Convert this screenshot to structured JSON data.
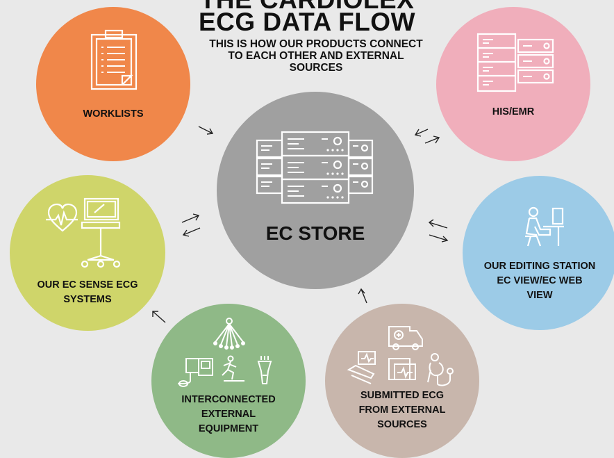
{
  "title_line1": "THE CARDIOLEX",
  "title_line2": "ECG DATA FLOW",
  "subtitle": "THIS IS HOW OUR PRODUCTS CONNECT TO EACH OTHER AND EXTERNAL SOURCES",
  "colors": {
    "background": "#e9e9e9",
    "worklists": "#f0874a",
    "his_emr": "#f0aebb",
    "center": "#a0a0a0",
    "ec_sense": "#cfd56a",
    "editing": "#9ccbe7",
    "equipment": "#8fb987",
    "submitted": "#c8b6ac"
  },
  "nodes": {
    "center": {
      "label": "EC STORE",
      "icon": "server-rack-icon"
    },
    "worklists": {
      "label": "WORKLISTS",
      "icon": "clipboard-icon"
    },
    "his_emr": {
      "label": "HIS/EMR",
      "icon": "server-stack-icon"
    },
    "ec_sense": {
      "label_line1": "OUR EC SENSE ECG",
      "label_line2": "SYSTEMS",
      "icon": "ecg-cart-icon"
    },
    "editing": {
      "label_line1": "OUR EDITING STATION",
      "label_line2": "EC VIEW/EC WEB",
      "label_line3": "VIEW",
      "icon": "workstation-icon"
    },
    "equipment": {
      "label_line1": "INTERCONNECTED",
      "label_line2": "EXTERNAL",
      "label_line3": "EQUIPMENT",
      "icon": "medical-equipment-icon"
    },
    "submitted": {
      "label_line1": "SUBMITTED ECG",
      "label_line2": "FROM EXTERNAL",
      "label_line3": "SOURCES",
      "icon": "ambulance-icon"
    }
  }
}
